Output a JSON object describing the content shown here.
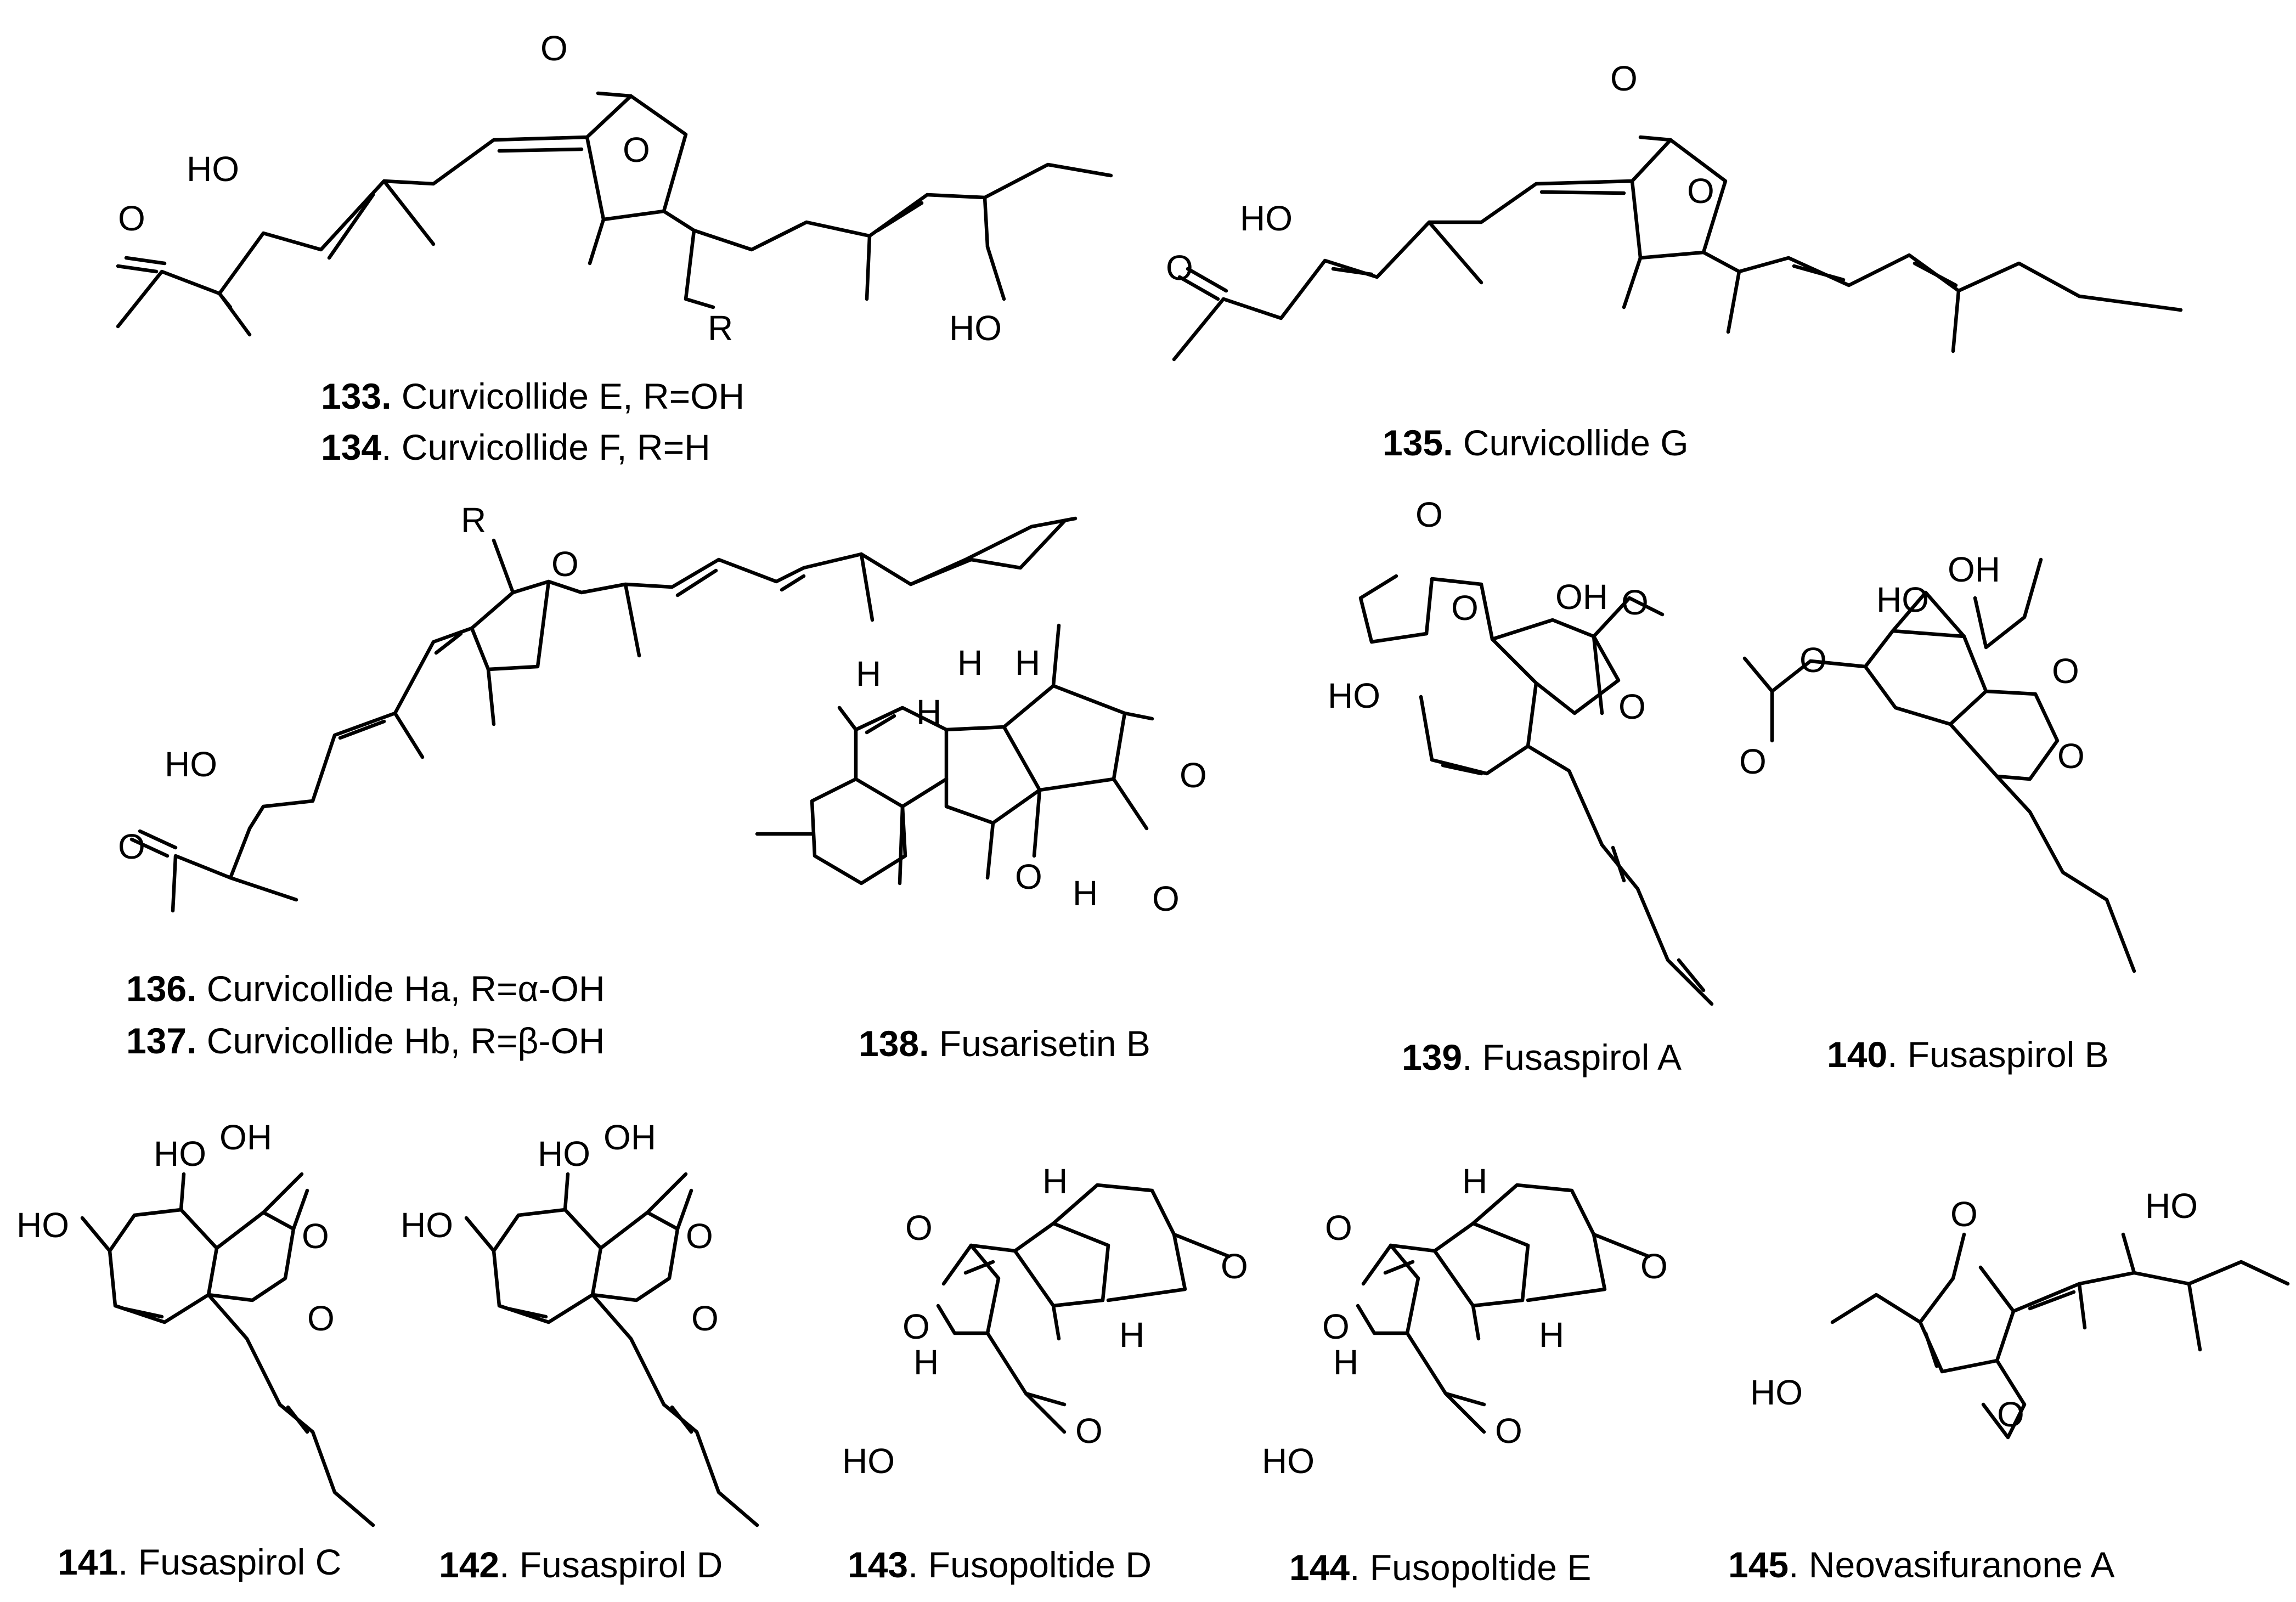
{
  "compounds": [
    {
      "num": "133.",
      "name": " Curvicollide E, R=OH"
    },
    {
      "num": "134",
      "name": ". Curvicollide F, R=H"
    },
    {
      "num": "135.",
      "name": " Curvicollide G"
    },
    {
      "num": "136.",
      "name": " Curvicollide Ha, R=α-OH"
    },
    {
      "num": "137.",
      "name": " Curvicollide Hb, R=β-OH"
    },
    {
      "num": "138.",
      "name": " Fusarisetin B"
    },
    {
      "num": "139",
      "name": ". Fusaspirol A"
    },
    {
      "num": "140",
      "name": ". Fusaspirol B"
    },
    {
      "num": "141",
      "name": ". Fusaspirol C"
    },
    {
      "num": "142",
      "name": ". Fusaspirol D"
    },
    {
      "num": "143",
      "name": ". Fusopoltide D"
    },
    {
      "num": "144",
      "name": ". Fusopoltide E"
    },
    {
      "num": "145",
      "name": ". Neovasifuranone A"
    }
  ],
  "atoms": {
    "o": "O",
    "h": "H",
    "r": "R",
    "ho": "HO",
    "oh": "OH"
  }
}
